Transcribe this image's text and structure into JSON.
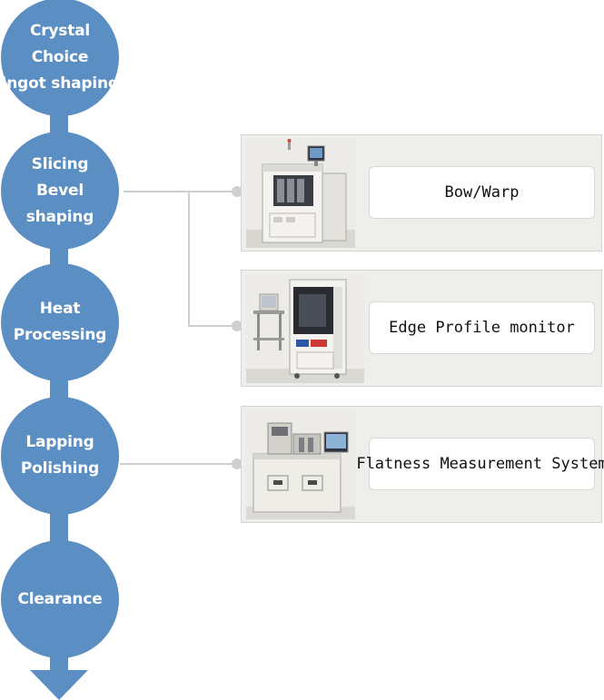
{
  "process_steps": [
    {
      "id": "crystal",
      "label": "Crystal\nChoice\nIngot shaping"
    },
    {
      "id": "slicing",
      "label": "Slicing\nBevel\nshaping"
    },
    {
      "id": "heat",
      "label": "Heat\nProcessing"
    },
    {
      "id": "lapping",
      "label": "Lapping\nPolishing"
    },
    {
      "id": "clearance",
      "label": "Clearance"
    }
  ],
  "equipment": [
    {
      "id": "bow-warp",
      "label": "Bow/Warp",
      "photo_icon": "wafer-inspection-machine-icon"
    },
    {
      "id": "edge-profile",
      "label": "Edge Profile monitor",
      "photo_icon": "edge-profile-machine-icon"
    },
    {
      "id": "flatness",
      "label": "Flatness Measurement System",
      "photo_icon": "flatness-measurement-machine-icon"
    }
  ],
  "colors": {
    "step_fill": "#5b8ec3",
    "step_text": "#ffffff",
    "connector_line": "#cfcfcf",
    "card_bg": "#eeeeea",
    "label_bg": "#ffffff"
  }
}
